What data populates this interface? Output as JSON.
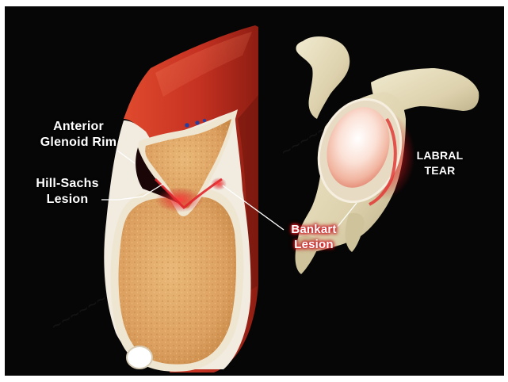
{
  "labels": {
    "anterior_glenoid_rim": [
      "Anterior",
      "Glenoid Rim"
    ],
    "hill_sachs_lesion": [
      "Hill-Sachs",
      "Lesion"
    ],
    "bankart_lesion": [
      "Bankart",
      "Lesion"
    ],
    "labral_tear": [
      "LABRAL",
      "TEAR"
    ]
  },
  "colors": {
    "background": "#060606",
    "frame": "#ffffff",
    "muscle": "#d6452a",
    "muscle_dark": "#7a1a10",
    "bone_marrow": "#dda260",
    "cortex": "#f2ead8",
    "scapula": "#e4dbbc",
    "lesion_glow": "#d8222a"
  }
}
